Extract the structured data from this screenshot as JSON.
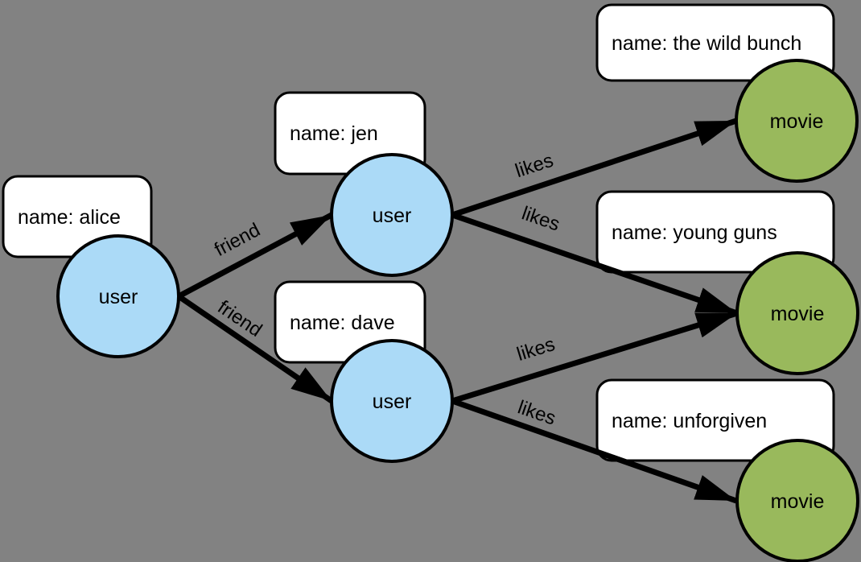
{
  "diagram": {
    "description": "property graph of users and movies",
    "background_color": "#828282",
    "colors": {
      "user_node_fill": "#abdaf7",
      "movie_node_fill": "#99b95c",
      "node_border": "#000000",
      "property_box_fill": "#ffffff",
      "property_box_border": "#000000",
      "edge_color": "#000000",
      "text_color": "#000000"
    },
    "nodes": [
      {
        "id": "alice",
        "type": "user",
        "label": "user",
        "property": "name: alice"
      },
      {
        "id": "jen",
        "type": "user",
        "label": "user",
        "property": "name: jen"
      },
      {
        "id": "dave",
        "type": "user",
        "label": "user",
        "property": "name: dave"
      },
      {
        "id": "wild-bunch",
        "type": "movie",
        "label": "movie",
        "property": "name: the wild bunch"
      },
      {
        "id": "young-guns",
        "type": "movie",
        "label": "movie",
        "property": "name: young guns"
      },
      {
        "id": "unforgiven",
        "type": "movie",
        "label": "movie",
        "property": "name: unforgiven"
      }
    ],
    "edges": [
      {
        "from": "alice",
        "to": "jen",
        "label": "friend"
      },
      {
        "from": "alice",
        "to": "dave",
        "label": "friend"
      },
      {
        "from": "jen",
        "to": "wild-bunch",
        "label": "likes"
      },
      {
        "from": "jen",
        "to": "young-guns",
        "label": "likes"
      },
      {
        "from": "dave",
        "to": "young-guns",
        "label": "likes"
      },
      {
        "from": "dave",
        "to": "unforgiven",
        "label": "likes"
      }
    ]
  }
}
